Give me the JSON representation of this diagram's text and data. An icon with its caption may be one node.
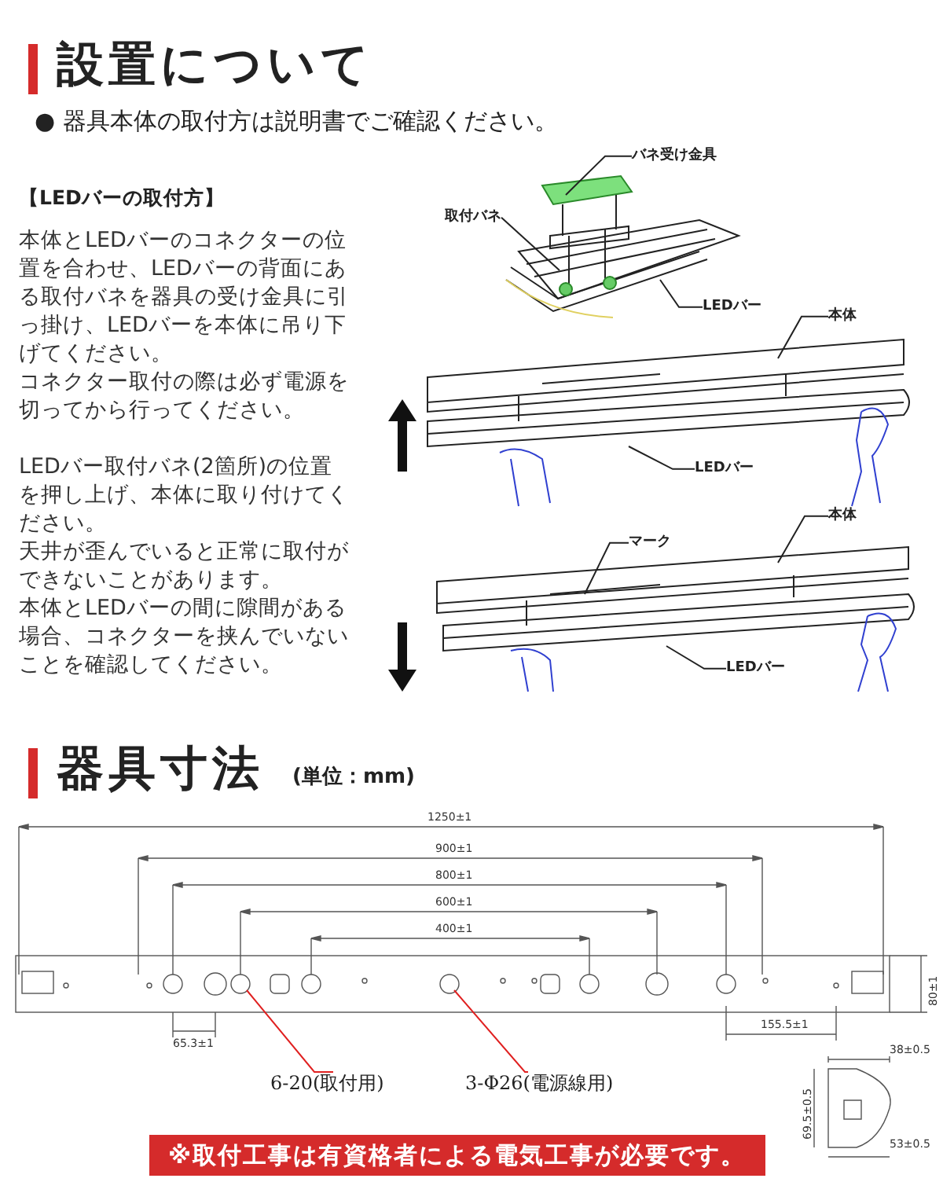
{
  "diagram": {
    "title": "設置について",
    "nodes": [
      {
        "text": [
          "バネ受け金具"
        ]
      },
      {
        "text": [
          "取付バネ"
        ]
      },
      {
        "text": [
          "LEDバー"
        ]
      },
      {
        "text": [
          "本体"
        ]
      },
      {
        "text": [
          "LEDバー"
        ]
      },
      {
        "text": [
          "本体"
        ]
      },
      {
        "text": [
          "マーク"
        ]
      },
      {
        "text": [
          "LEDバー"
        ]
      },
      {
        "text": [
          "6-20(取付用)"
        ]
      },
      {
        "text": [
          "3-Φ26(電源線用)"
        ]
      }
    ],
    "edges": [
      {
        "from": 0,
        "to": null,
        "arrow": "none"
      },
      {
        "from": 1,
        "to": null,
        "arrow": "none"
      },
      {
        "from": 2,
        "to": null,
        "arrow": "none"
      },
      {
        "from": 3,
        "to": null,
        "arrow": "none"
      },
      {
        "from": 4,
        "to": null,
        "arrow": "none"
      },
      {
        "from": 5,
        "to": null,
        "arrow": "none"
      },
      {
        "from": 6,
        "to": null,
        "arrow": "none"
      },
      {
        "from": 7,
        "to": null,
        "arrow": "none"
      },
      {
        "from": 8,
        "to": null,
        "arrow": "none",
        "color": "#e02020"
      },
      {
        "from": 9,
        "to": null,
        "arrow": "none",
        "color": "#e02020"
      }
    ],
    "labels": [
      "● 器具本体の取付方は説明書でご確認ください。",
      "【LEDバーの取付方】",
      "本体とLEDバーのコネクターの位置を合わせ、LEDバーの背面にある取付バネを器具の受け金具に引っ掛け、LEDバーを本体に吊り下げてください。",
      "コネクター取付の際は必ず電源を切ってから行ってください。",
      "LEDバー取付バネ(2箇所)の位置を押し上げ、本体に取り付けてください。",
      "天井が歪んでいると正常に取付ができないことがあります。",
      "本体とLEDバーの間に隙間がある場合、コネクターを挟んでいないことを確認してください。",
      "器具寸法",
      "(単位：mm)",
      "1250±1",
      "900±1",
      "800±1",
      "600±1",
      "400±1",
      "80±1",
      "65.3±1",
      "155.5±1",
      "38±0.5",
      "69.5±0.5",
      "53±0.5",
      "※取付工事は有資格者による電気工事が必要です。"
    ]
  }
}
